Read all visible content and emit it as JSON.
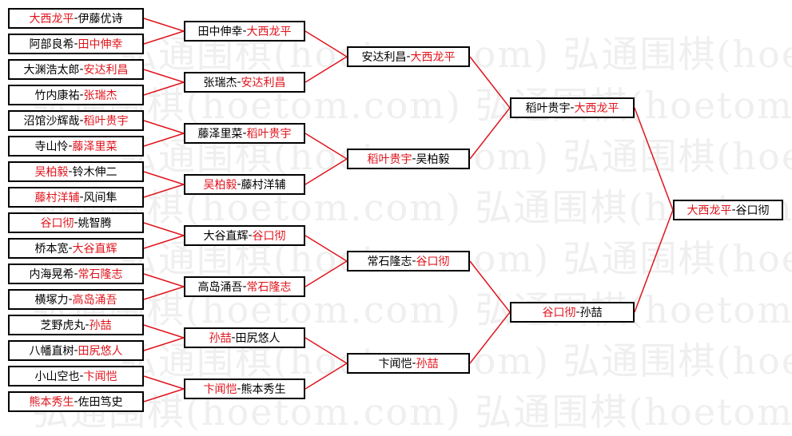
{
  "watermark": "弘通围棋(hoetom.com)",
  "colors": {
    "winner": "#e0141c",
    "line": "#e0141c",
    "box_border": "#000000"
  },
  "round1": [
    {
      "left": "大西龙平",
      "right": "伊藤优诗",
      "winner": "left"
    },
    {
      "left": "阿部良希",
      "right": "田中伸幸",
      "winner": "right"
    },
    {
      "left": "大渊浩太郎",
      "right": "安达利昌",
      "winner": "right"
    },
    {
      "left": "竹内康祐",
      "right": "张瑞杰",
      "winner": "right"
    },
    {
      "left": "沼馆沙辉哉",
      "right": "稻叶贵宇",
      "winner": "right"
    },
    {
      "left": "寺山怜",
      "right": "藤泽里菜",
      "winner": "right"
    },
    {
      "left": "吴柏毅",
      "right": "铃木伸二",
      "winner": "left"
    },
    {
      "left": "藤村洋辅",
      "right": "风间隼",
      "winner": "left"
    },
    {
      "left": "谷口彻",
      "right": "姚智腾",
      "winner": "left"
    },
    {
      "left": "桥本宽",
      "right": "大谷直辉",
      "winner": "right"
    },
    {
      "left": "内海晃希",
      "right": "常石隆志",
      "winner": "right"
    },
    {
      "left": "横塚力",
      "right": "高岛涌吾",
      "winner": "right"
    },
    {
      "left": "芝野虎丸",
      "right": "孙喆",
      "winner": "right"
    },
    {
      "left": "八幡直树",
      "right": "田尻悠人",
      "winner": "right"
    },
    {
      "left": "小山空也",
      "right": "卞闻恺",
      "winner": "right"
    },
    {
      "left": "熊本秀生",
      "right": "佐田笃史",
      "winner": "left"
    }
  ],
  "round2": [
    {
      "left": "田中伸幸",
      "right": "大西龙平",
      "winner": "right"
    },
    {
      "left": "张瑞杰",
      "right": "安达利昌",
      "winner": "right"
    },
    {
      "left": "藤泽里菜",
      "right": "稻叶贵宇",
      "winner": "right"
    },
    {
      "left": "吴柏毅",
      "right": "藤村洋辅",
      "winner": "left"
    },
    {
      "left": "大谷直辉",
      "right": "谷口彻",
      "winner": "right"
    },
    {
      "left": "高岛涌吾",
      "right": "常石隆志",
      "winner": "right"
    },
    {
      "left": "孙喆",
      "right": "田尻悠人",
      "winner": "left"
    },
    {
      "left": "卞闻恺",
      "right": "熊本秀生",
      "winner": "left"
    }
  ],
  "round3": [
    {
      "left": "安达利昌",
      "right": "大西龙平",
      "winner": "right"
    },
    {
      "left": "稻叶贵宇",
      "right": "吴柏毅",
      "winner": "left"
    },
    {
      "left": "常石隆志",
      "right": "谷口彻",
      "winner": "right"
    },
    {
      "left": "卞闻恺",
      "right": "孙喆",
      "winner": "right"
    }
  ],
  "round4": [
    {
      "left": "稻叶贵宇",
      "right": "大西龙平",
      "winner": "right"
    },
    {
      "left": "谷口彻",
      "right": "孙喆",
      "winner": "left"
    }
  ],
  "final": [
    {
      "left": "大西龙平",
      "right": "谷口彻",
      "winner": "left"
    }
  ]
}
